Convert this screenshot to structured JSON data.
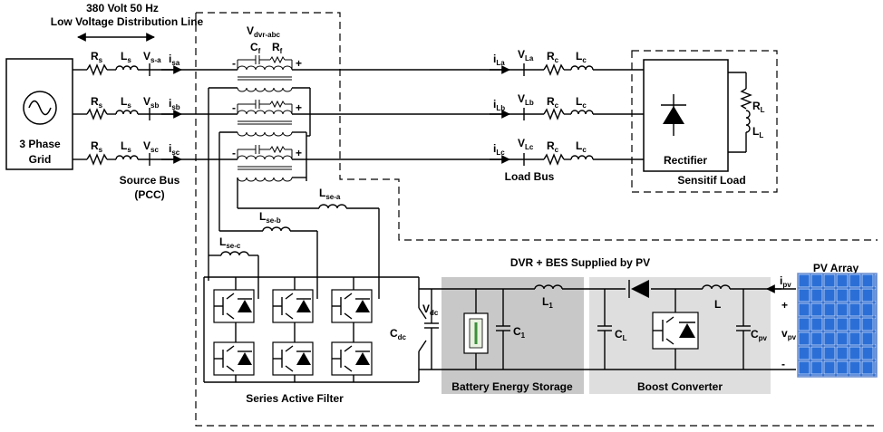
{
  "top_note": {
    "line1": "380 Volt 50 Hz",
    "line2": "Low Voltage Distribution Line"
  },
  "grid": {
    "label1": "3 Phase",
    "label2": "Grid"
  },
  "source_phases": [
    {
      "r": "R",
      "r_sub": "s",
      "l": "L",
      "l_sub": "s",
      "v": "V",
      "v_sub": "s-a",
      "i": "i",
      "i_sub": "sa"
    },
    {
      "r": "R",
      "r_sub": "s",
      "l": "L",
      "l_sub": "s",
      "v": "V",
      "v_sub": "sb",
      "i": "i",
      "i_sub": "sb"
    },
    {
      "r": "R",
      "r_sub": "s",
      "l": "L",
      "l_sub": "s",
      "v": "V",
      "v_sub": "sc",
      "i": "i",
      "i_sub": "sc"
    }
  ],
  "source_bus": {
    "line1": "Source Bus",
    "line2": "(PCC)"
  },
  "dvr_voltage": {
    "main": "V",
    "sub": "dvr-abc"
  },
  "filter_labels": {
    "cf": "C",
    "cf_sub": "f",
    "rf": "R",
    "rf_sub": "f"
  },
  "load_phases": [
    {
      "i": "i",
      "i_sub": "La",
      "v": "V",
      "v_sub": "La",
      "r": "R",
      "r_sub": "c",
      "l": "L",
      "l_sub": "c"
    },
    {
      "i": "i",
      "i_sub": "Lb",
      "v": "V",
      "v_sub": "Lb",
      "r": "R",
      "r_sub": "c",
      "l": "L",
      "l_sub": "c"
    },
    {
      "i": "i",
      "i_sub": "Lc",
      "v": "V",
      "v_sub": "Lc",
      "r": "R",
      "r_sub": "c",
      "l": "L",
      "l_sub": "c"
    }
  ],
  "load_bus": "Load Bus",
  "sensitive_load": {
    "title": "Sensitif Load",
    "rectifier": "Rectifier",
    "rl": "R",
    "rl_sub": "L",
    "ll": "L",
    "ll_sub": "L"
  },
  "series_inductors": [
    {
      "main": "L",
      "sub": "se-a"
    },
    {
      "main": "L",
      "sub": "se-b"
    },
    {
      "main": "L",
      "sub": "se-c"
    }
  ],
  "inverter": {
    "title": "Series Active Filter",
    "cdc": "C",
    "cdc_sub": "dc",
    "vdc": "V",
    "vdc_sub": "dc"
  },
  "system_title": "DVR + BES Supplied by PV",
  "battery": {
    "title": "Battery Energy Storage",
    "l1": "L",
    "l1_sub": "1",
    "c1": "C",
    "c1_sub": "1"
  },
  "boost": {
    "title": "Boost Converter",
    "l": "L",
    "cl": "C",
    "cl_sub": "L",
    "cpv": "C",
    "cpv_sub": "pv"
  },
  "pv": {
    "title": "PV Array",
    "ipv": "i",
    "ipv_sub": "pv",
    "plus": "+",
    "vpv": "v",
    "vpv_sub": "pv",
    "minus": "-"
  },
  "polarity": {
    "minus": "-",
    "plus": "+"
  },
  "colors": {
    "battery_fill": "#c8c8c8",
    "boost_fill": "#dedede",
    "pv_blue": "#1f5fc4",
    "pv_grid": "#cfe0ff"
  }
}
